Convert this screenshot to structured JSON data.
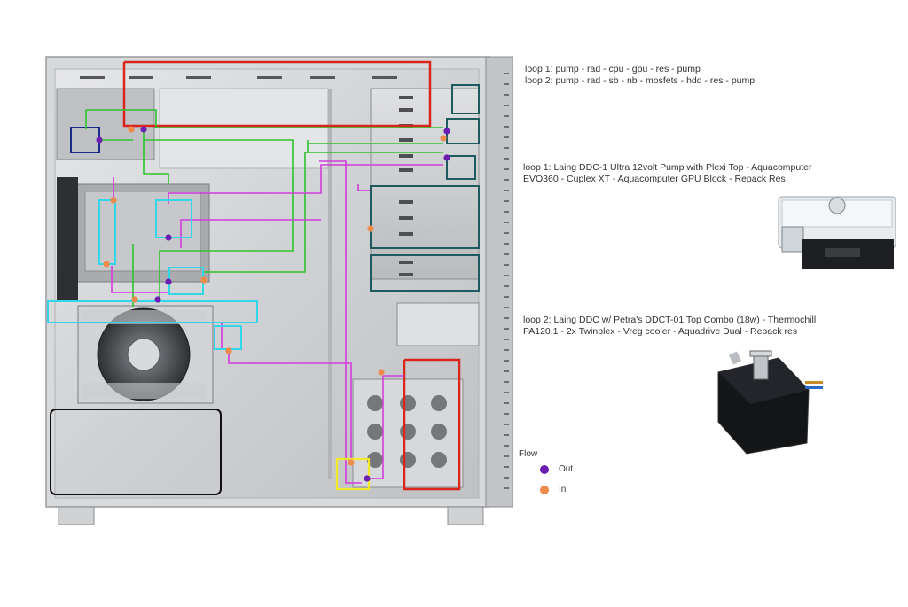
{
  "notes": {
    "loop_summary_1": "loop 1: pump - rad - cpu - gpu - res - pump",
    "loop_summary_2": "loop 2: pump - rad - sb - nb - mosfets - hdd - res - pump",
    "loop1_desc_line1": "loop 1: Laing DDC-1 Ultra 12volt Pump with Plexi Top - Aquacomputer",
    "loop1_desc_line2": "EVO360 - Cuplex XT - Aquacomputer GPU Block - Repack Res",
    "loop2_desc_line1": "loop 2: Laing DDC w/ Petra's DDCT-01 Top Combo (18w) - Thermochill",
    "loop2_desc_line2": "PA120.1 - 2x Twinplex - Vreg cooler - Aquadrive Dual - Repack res"
  },
  "legend": {
    "title": "Flow",
    "out_label": "Out",
    "in_label": "In",
    "out_color": "#6a1fb0",
    "in_color": "#ee8a4a"
  },
  "colors": {
    "loop_red": "#d8261c",
    "loop_green": "#2ec42e",
    "loop_magenta": "#d23cdc",
    "loop_cyan": "#33d6e6",
    "loop_teal": "#1f5a5e",
    "loop_navy": "#1a2a8a",
    "loop_yellow": "#f0ea2a",
    "case_silver": "#c9cbce",
    "case_dark": "#3a3a3a"
  }
}
